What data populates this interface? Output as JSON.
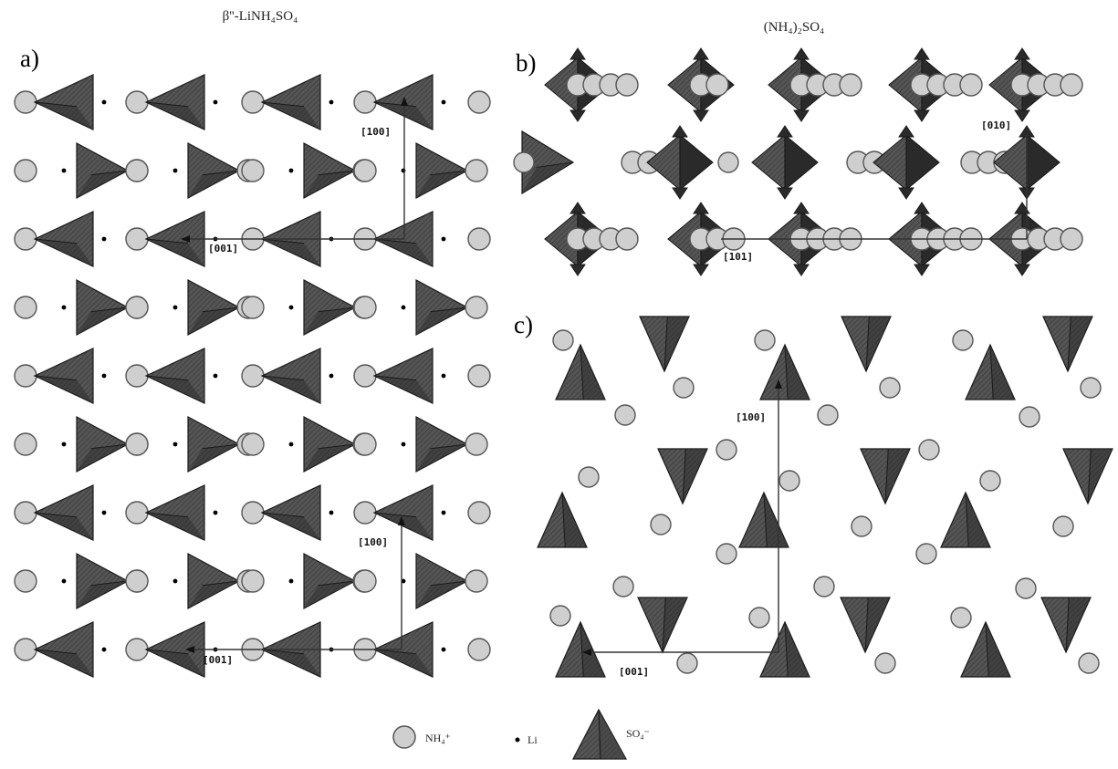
{
  "titles": {
    "left": "β''-LiNH₄SO₄",
    "right": "(NH₄)₂SO₄"
  },
  "panels": {
    "a": "a)",
    "b": "b)",
    "c": "c)"
  },
  "axis_labels": {
    "a_top_c": "[100]",
    "a_top_a": "[001]",
    "a_bot_c": "[100]",
    "a_bot_a": "[001]",
    "b_b": "[010]",
    "b_a": "[101]",
    "c_c": "[100]",
    "c_a": "[001]"
  },
  "legend": {
    "nh4": "NH₄⁺",
    "li": "Li",
    "so4": "SO₄⁻"
  },
  "colors": {
    "tetra_fill": "#4f4f4f",
    "tetra_dark": "#2a2a2a",
    "tetra_edge": "#1a1a1a",
    "nh4_fill": "#cfcfcf",
    "nh4_edge": "#555555",
    "li": "#000000",
    "axis": "#333333"
  }
}
